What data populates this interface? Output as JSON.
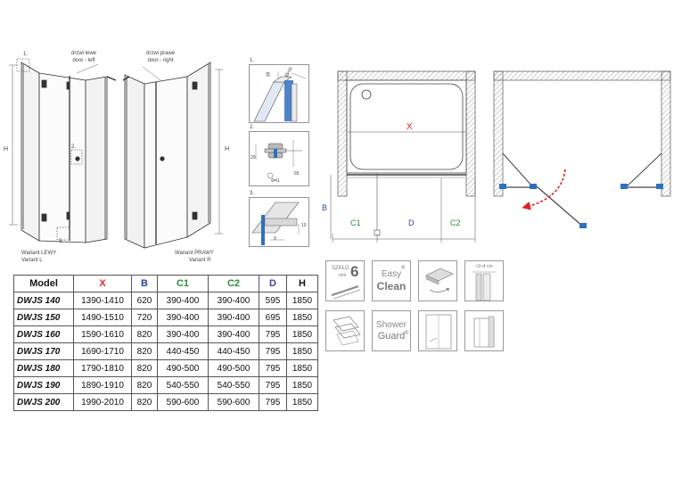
{
  "labels": {
    "callout_1": "1.",
    "callout_2": "2.",
    "callout_3": "3.",
    "left_door_pl": "drzwi lewe",
    "left_door_en": "door - left",
    "right_door_pl": "drzwi prawe",
    "right_door_en": "door - right",
    "height_h": "H",
    "variant_left_pl": "Wariant LEWY",
    "variant_left_en": "Variant L",
    "variant_right_pl": "Wariant PRAWY",
    "variant_right_en": "Variant R"
  },
  "details": {
    "d1_a": "38",
    "d1_b": "45-55",
    "d2_a": "29",
    "d2_b": "65",
    "d2_c": "Φ41",
    "d3_a": "9",
    "d3_b": "10"
  },
  "plan": {
    "x": "X",
    "b": "B",
    "c1": "C1",
    "d": "D",
    "c2": "C2"
  },
  "icons": {
    "glass_pl": "SZKŁO",
    "glass_unit": "mm",
    "glass_thickness": "6",
    "easy_clean_1": "Easy",
    "easy_clean_2": "Clean",
    "reg_mark": "®",
    "adjust": "<2÷4 cm",
    "shower_guard_1": "Shower",
    "shower_guard_2": "Guard"
  },
  "table": {
    "headers": [
      "Model",
      "X",
      "B",
      "C1",
      "C2",
      "D",
      "H"
    ],
    "rows": [
      [
        "DWJS 140",
        "1390-1410",
        "620",
        "390-400",
        "390-400",
        "595",
        "1850"
      ],
      [
        "DWJS 150",
        "1490-1510",
        "720",
        "390-400",
        "390-400",
        "695",
        "1850"
      ],
      [
        "DWJS 160",
        "1590-1610",
        "820",
        "390-400",
        "390-400",
        "795",
        "1850"
      ],
      [
        "DWJS 170",
        "1690-1710",
        "820",
        "440-450",
        "440-450",
        "795",
        "1850"
      ],
      [
        "DWJS 180",
        "1790-1810",
        "820",
        "490-500",
        "490-500",
        "795",
        "1850"
      ],
      [
        "DWJS 190",
        "1890-1910",
        "820",
        "540-550",
        "540-550",
        "795",
        "1850"
      ],
      [
        "DWJS 200",
        "1990-2010",
        "820",
        "590-600",
        "590-600",
        "795",
        "1850"
      ]
    ]
  },
  "colors": {
    "x_label": "#d42a2a",
    "b_label": "#2546a0",
    "c_label": "#2e8a3a",
    "d_label": "#3a44a0",
    "glass": "#2f6fc0",
    "arrow": "#e02020",
    "wall_hatch": "#888888"
  }
}
